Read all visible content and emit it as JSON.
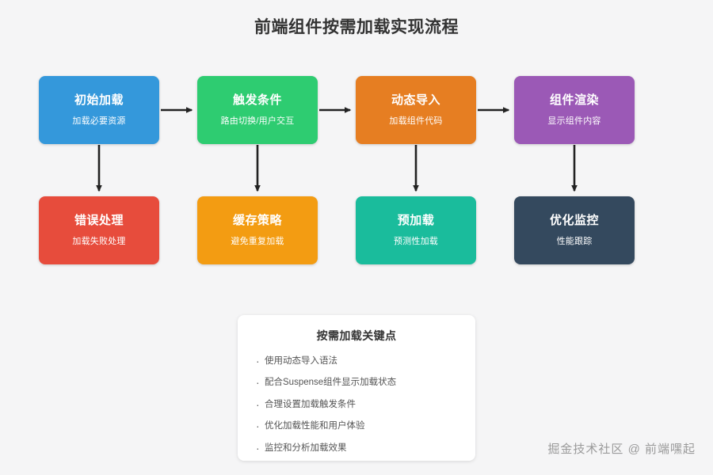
{
  "diagram": {
    "title": "前端组件按需加载实现流程",
    "background_color": "#f5f5f6"
  },
  "flow": {
    "row1": [
      {
        "title": "初始加载",
        "subtitle": "加载必要资源",
        "color": "#3498db"
      },
      {
        "title": "触发条件",
        "subtitle": "路由切换/用户交互",
        "color": "#2ecc71"
      },
      {
        "title": "动态导入",
        "subtitle": "加载组件代码",
        "color": "#e67e22"
      },
      {
        "title": "组件渲染",
        "subtitle": "显示组件内容",
        "color": "#9b59b6"
      }
    ],
    "row2": [
      {
        "title": "错误处理",
        "subtitle": "加载失败处理",
        "color": "#e74c3c"
      },
      {
        "title": "缓存策略",
        "subtitle": "避免重复加载",
        "color": "#f39c12"
      },
      {
        "title": "预加载",
        "subtitle": "预测性加载",
        "color": "#1abc9c"
      },
      {
        "title": "优化监控",
        "subtitle": "性能跟踪",
        "color": "#34495e"
      }
    ],
    "arrow_color": "#222222"
  },
  "keycard": {
    "title": "按需加载关键点",
    "bullets": [
      "使用动态导入语法",
      "配合Suspense组件显示加载状态",
      "合理设置加载触发条件",
      "优化加载性能和用户体验",
      "监控和分析加载效果"
    ]
  },
  "watermark": {
    "text": "掘金技术社区 @ 前端嘿起"
  }
}
